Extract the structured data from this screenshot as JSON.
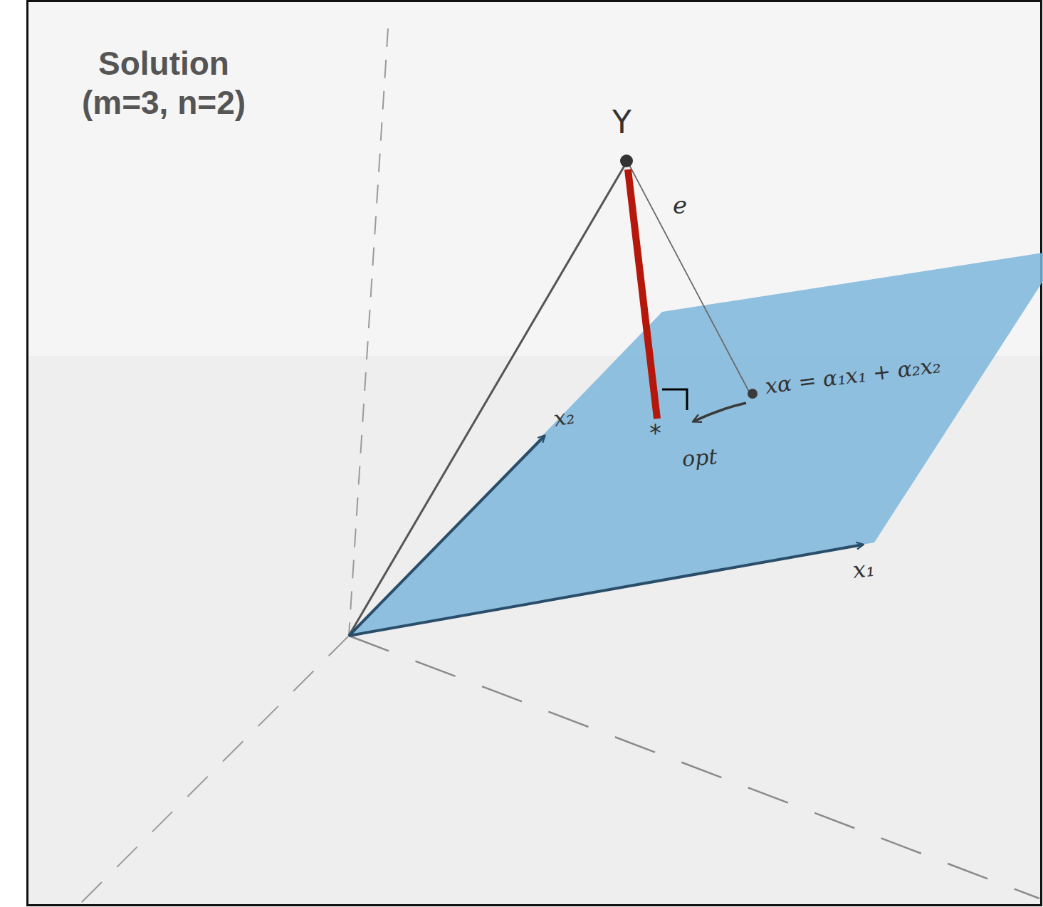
{
  "diagram": {
    "title": "Solution (m=3, n=2)",
    "labels": [
      "Y",
      "e",
      "xα = α₁x₁ + α₂x₂",
      "x₂",
      "*",
      "opt",
      "x₁"
    ]
  }
}
